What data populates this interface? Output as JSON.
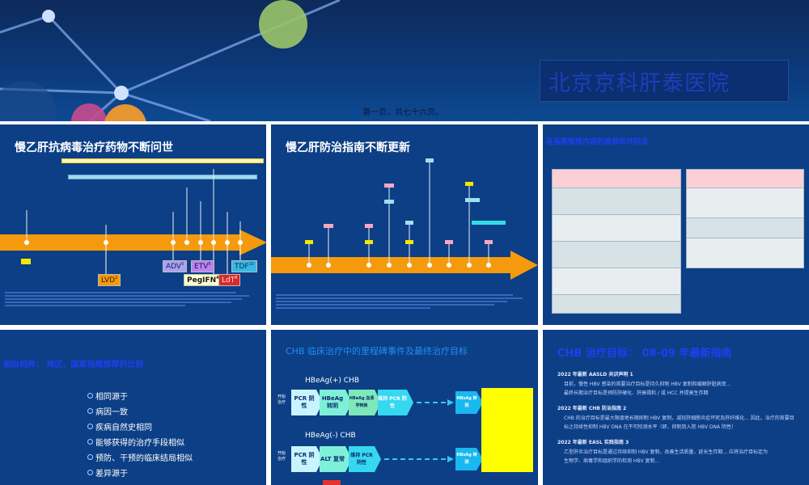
{
  "banner": {
    "hospital_name": "北京京科肝泰医院",
    "page_info": "第一页，共七十六页。"
  },
  "slide1": {
    "title": "慢乙肝抗病毒治疗药物不断问世",
    "drugs": [
      "ADV",
      "ETV",
      "TDF",
      "LVD",
      "PegIFN",
      "LdT"
    ],
    "superscripts": [
      "5",
      "6",
      "10",
      "2",
      "4",
      "8"
    ]
  },
  "slide2": {
    "title": "慢乙肝防治指南不断更新"
  },
  "slide3": {
    "title": "各指南推荐内容的差异和共同点"
  },
  "slide4": {
    "title": "相似相异： 地区、国家指南推荐的比较",
    "items": [
      "相同源于",
      "病因一致",
      "疾病自然史相同",
      "能够获得的治疗手段相似",
      "预防、干预的临床结局相似",
      "差异源于"
    ]
  },
  "slide5": {
    "title": "CHB 临床治疗中的里程碑事件及最终治疗目标",
    "row1_label": "HBeAg(+) CHB",
    "row2_label": "HBeAg(-) CHB",
    "row1_boxes": [
      "PCR 阴性",
      "HBeAg 转阴",
      "HBeAg 血清学转换",
      "维持 PCR 阴性"
    ],
    "row1_end": "HBsAg 转阴",
    "row2_boxes": [
      "PCR 阴性",
      "ALT 复常",
      "维持 PCR 阴性"
    ],
    "row2_end": "HBsAg 转阴",
    "start_label": "开始 治疗"
  },
  "slide6": {
    "title": "CHB 治疗目标：  08-09 年最新指南",
    "sections": [
      {
        "heading": "2022 年最新 AASLD 共识声明 1",
        "lines": [
          "目前，慢性 HBV 感染的首要治疗目标是持久抑制 HBV 复制和缓解肝脏病变...",
          "最终长期治疗目标是预防肝硬化、肝衰竭和 / 或 HCC 并提高生存期"
        ]
      },
      {
        "heading": "2022 年最新 CHB 防治指南 2",
        "lines": [
          "CHB 的治疗目标是最大限度地长期抑制 HBV 复制，减轻肝细胞炎症坏死及肝纤维化... 因此，治疗的首要目",
          "标之持续性抑制 HBV DNA 在不可检测水平（即，抑制到入院 HBV DNA 阴性）"
        ]
      },
      {
        "heading": "2022 年最新 EASL 实践指南 3",
        "lines": [
          "乙型肝炎治疗目标是通过持续抑制 HBV 复制，改善生活质量，延长生存期... 应将治疗目标定为",
          "生物学、病毒学和组织学的检测 HBV 复制..."
        ]
      }
    ]
  },
  "colors": {
    "slide_bg": "#0c3f86",
    "arrow": "#f59a0c",
    "accent_blue": "#1f3ff0"
  }
}
